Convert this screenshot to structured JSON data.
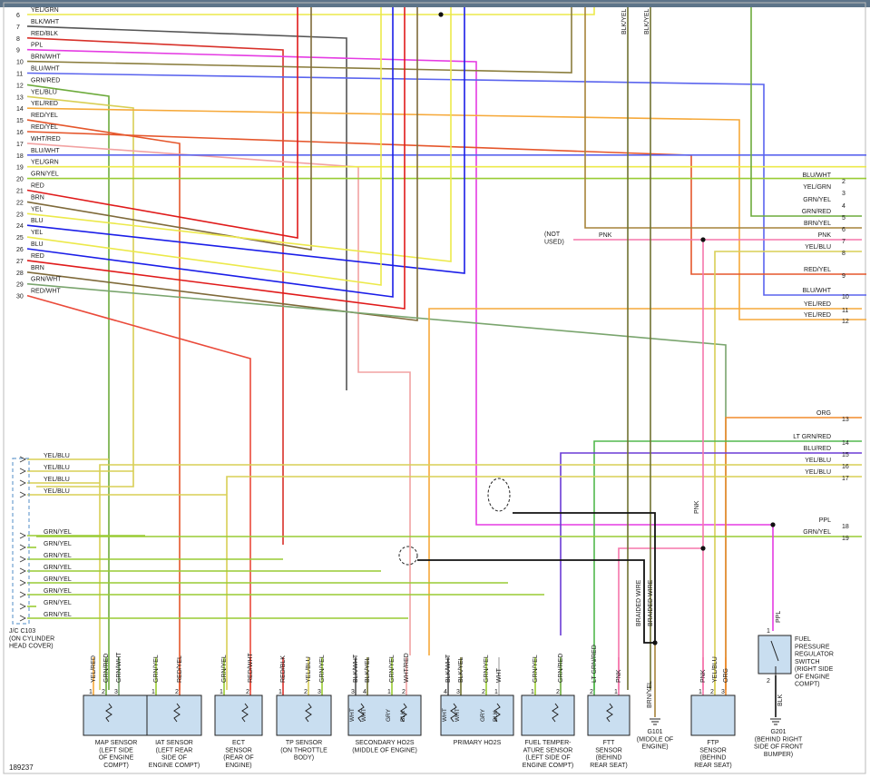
{
  "colors": {
    "GRN/YEL": "#99cc33",
    "YEL": "#ece94a",
    "BRN": "#7f6a3a",
    "BLK/WHT": "#555555",
    "RED/BLK": "#d8312a",
    "PPL": "#e53ce3",
    "BRN/WHT": "#8a7d3d",
    "BLU/WHT": "#5a64ee",
    "GRN/RED": "#6dab3c",
    "YEL/BLU": "#d8cf55",
    "YEL/RED": "#f6a93a",
    "RED/YEL": "#e5562b",
    "WHT/RED": "#f2a2a2",
    "BLU": "#1b1ee8",
    "RED": "#e01b1b",
    "GRN/WHT": "#7aa56e",
    "RED/WHT": "#ea4a3a",
    "BRN/YEL": "#a6833a",
    "PNK": "#f576ac",
    "ORG": "#f28b2c",
    "LT GRN/RED": "#52b94e",
    "BLU/RED": "#6b3bd6",
    "BLK/YEL": "#6f7230",
    "WHT": "#bcbcbc",
    "BLK": "#111111",
    "GRY": "#888888"
  },
  "left_terminals": [
    {
      "n": "6",
      "label": "YEL/GRN",
      "color": "YEL"
    },
    {
      "n": "7",
      "label": "BLK/WHT",
      "color": "BLK/WHT"
    },
    {
      "n": "8",
      "label": "RED/BLK",
      "color": "RED/BLK"
    },
    {
      "n": "9",
      "label": "PPL",
      "color": "PPL"
    },
    {
      "n": "10",
      "label": "BRN/WHT",
      "color": "BRN/WHT"
    },
    {
      "n": "11",
      "label": "BLU/WHT",
      "color": "BLU/WHT"
    },
    {
      "n": "12",
      "label": "GRN/RED",
      "color": "GRN/RED"
    },
    {
      "n": "13",
      "label": "YEL/BLU",
      "color": "YEL/BLU"
    },
    {
      "n": "14",
      "label": "YEL/RED",
      "color": "YEL/RED"
    },
    {
      "n": "15",
      "label": "RED/YEL",
      "color": "RED/YEL"
    },
    {
      "n": "16",
      "label": "RED/YEL",
      "color": "RED/YEL"
    },
    {
      "n": "17",
      "label": "WHT/RED",
      "color": "WHT/RED"
    },
    {
      "n": "18",
      "label": "BLU/WHT",
      "color": "BLU/WHT"
    },
    {
      "n": "19",
      "label": "YEL/GRN",
      "color": "YEL"
    },
    {
      "n": "20",
      "label": "GRN/YEL",
      "color": "GRN/YEL"
    },
    {
      "n": "21",
      "label": "RED",
      "color": "RED"
    },
    {
      "n": "22",
      "label": "BRN",
      "color": "BRN"
    },
    {
      "n": "23",
      "label": "YEL",
      "color": "YEL"
    },
    {
      "n": "24",
      "label": "BLU",
      "color": "BLU"
    },
    {
      "n": "25",
      "label": "YEL",
      "color": "YEL"
    },
    {
      "n": "26",
      "label": "BLU",
      "color": "BLU"
    },
    {
      "n": "27",
      "label": "RED",
      "color": "RED"
    },
    {
      "n": "28",
      "label": "BRN",
      "color": "BRN"
    },
    {
      "n": "29",
      "label": "GRN/WHT",
      "color": "GRN/WHT"
    },
    {
      "n": "30",
      "label": "RED/WHT",
      "color": "RED/WHT"
    }
  ],
  "right_terminals": [
    {
      "n": "2",
      "label": "BLU/WHT",
      "color": "BLU/WHT"
    },
    {
      "n": "3",
      "label": "YEL/GRN",
      "color": "YEL"
    },
    {
      "n": "4",
      "label": "GRN/YEL",
      "color": "GRN/YEL"
    },
    {
      "n": "5",
      "label": "GRN/RED",
      "color": "GRN/RED"
    },
    {
      "n": "6",
      "label": "BRN/YEL",
      "color": "BRN/YEL"
    },
    {
      "n": "7",
      "label": "PNK",
      "color": "PNK"
    },
    {
      "n": "8",
      "label": "YEL/BLU",
      "color": "YEL/BLU"
    },
    {
      "n": "9",
      "label": "RED/YEL",
      "color": "RED/YEL"
    },
    {
      "n": "10",
      "label": "BLU/WHT",
      "color": "BLU/WHT"
    },
    {
      "n": "11",
      "label": "YEL/RED",
      "color": "YEL/RED"
    },
    {
      "n": "12",
      "label": "YEL/RED",
      "color": "YEL/RED"
    },
    {
      "n": "13",
      "label": "ORG",
      "color": "ORG"
    },
    {
      "n": "14",
      "label": "LT GRN/RED",
      "color": "LT GRN/RED"
    },
    {
      "n": "15",
      "label": "BLU/RED",
      "color": "BLU/RED"
    },
    {
      "n": "16",
      "label": "YEL/BLU",
      "color": "YEL/BLU"
    },
    {
      "n": "17",
      "label": "YEL/BLU",
      "color": "YEL/BLU"
    },
    {
      "n": "18",
      "label": "PPL",
      "color": "PPL"
    },
    {
      "n": "19",
      "label": "GRN/YEL",
      "color": "GRN/YEL"
    }
  ],
  "jc_wires": [
    {
      "label": "YEL/BLU",
      "color": "YEL/BLU"
    },
    {
      "label": "YEL/BLU",
      "color": "YEL/BLU"
    },
    {
      "label": "YEL/BLU",
      "color": "YEL/BLU"
    },
    {
      "label": "YEL/BLU",
      "color": "YEL/BLU"
    },
    {
      "label": "GRN/YEL",
      "color": "GRN/YEL"
    },
    {
      "label": "GRN/YEL",
      "color": "GRN/YEL"
    },
    {
      "label": "GRN/YEL",
      "color": "GRN/YEL"
    },
    {
      "label": "GRN/YEL",
      "color": "GRN/YEL"
    },
    {
      "label": "GRN/YEL",
      "color": "GRN/YEL"
    },
    {
      "label": "GRN/YEL",
      "color": "GRN/YEL"
    },
    {
      "label": "GRN/YEL",
      "color": "GRN/YEL"
    },
    {
      "label": "GRN/YEL",
      "color": "GRN/YEL"
    }
  ],
  "jc_label": "J/C C103\n(ON CYLINDER\nHEAD COVER)",
  "top_labels": [
    {
      "text": "BLK/YEL",
      "color": "BLK/YEL"
    },
    {
      "text": "BLK/YEL",
      "color": "BLK/YEL"
    }
  ],
  "not_used": {
    "text": "(NOT\nUSED)",
    "wire": "PNK"
  },
  "components": [
    {
      "id": "map-sensor",
      "name": "MAP SENSOR\n(LEFT SIDE\nOF ENGINE\nCOMPT)",
      "pins": [
        {
          "n": "1",
          "wire": "YEL/RED"
        },
        {
          "n": "2",
          "wire": "GRN/RED"
        },
        {
          "n": "3",
          "wire": "GRN/WHT"
        }
      ]
    },
    {
      "id": "iat-sensor",
      "name": "IAT SENSOR\n(LEFT REAR\nSIDE OF\nENGINE COMPT)",
      "pins": [
        {
          "n": "1",
          "wire": "GRN/YEL"
        },
        {
          "n": "2",
          "wire": "RED/YEL"
        }
      ]
    },
    {
      "id": "ect-sensor",
      "name": "ECT\nSENSOR\n(REAR OF\nENGINE)",
      "pins": [
        {
          "n": "1",
          "wire": "GRN/YEL"
        },
        {
          "n": "2",
          "wire": "RED/WHT"
        }
      ]
    },
    {
      "id": "tp-sensor",
      "name": "TP SENSOR\n(ON THROTTLE\nBODY)",
      "pins": [
        {
          "n": "1",
          "wire": "RED/BLK"
        },
        {
          "n": "2",
          "wire": "YEL/BLU"
        },
        {
          "n": "3",
          "wire": "GRN/YEL"
        }
      ]
    },
    {
      "id": "secondary-ho2s",
      "name": "SECONDARY HO2S\n(MIDDLE OF ENGINE)",
      "pins": [
        {
          "n": "3",
          "wire": "BLK/WHT"
        },
        {
          "n": "4",
          "wire": "BLK/YEL"
        },
        {
          "n": "1",
          "wire": "GRN/YEL"
        },
        {
          "n": "2",
          "wire": "WHT/RED"
        }
      ],
      "inner": [
        "WHT",
        "WHT",
        "GRY",
        "BLK"
      ]
    },
    {
      "id": "primary-ho2s",
      "name": "PRIMARY HO2S",
      "pins": [
        {
          "n": "4",
          "wire": "BLK/WHT"
        },
        {
          "n": "3",
          "wire": "BLK/YEL"
        },
        {
          "n": "2",
          "wire": "GRN/YEL"
        },
        {
          "n": "1",
          "wire": "WHT"
        }
      ],
      "inner": [
        "WHT",
        "WHT",
        "GRY",
        "BLK"
      ]
    },
    {
      "id": "fuel-temp-sensor",
      "name": "FUEL TEMPER-\nATURE SENSOR\n(LEFT SIDE OF\nENGINE COMPT)",
      "pins": [
        {
          "n": "1",
          "wire": "GRN/YEL"
        },
        {
          "n": "2",
          "wire": "GRN/RED"
        }
      ],
      "upper": "BLU/RED"
    },
    {
      "id": "ftt-sensor",
      "name": "FTT\nSENSOR\n(BEHIND\nREAR SEAT)",
      "pins": [
        {
          "n": "2",
          "wire": "LT GRN/RED"
        },
        {
          "n": "1",
          "wire": "PNK"
        }
      ]
    },
    {
      "id": "ftp-sensor",
      "name": "FTP\nSENSOR\n(BEHIND\nREAR SEAT)",
      "pins": [
        {
          "n": "1",
          "wire": "PNK"
        },
        {
          "n": "2",
          "wire": "YEL/BLU"
        },
        {
          "n": "3",
          "wire": "ORG"
        }
      ]
    }
  ],
  "braided": [
    "BRAIDED WIRE",
    "BRAIDED WIRE"
  ],
  "g101": {
    "wire": "BRN/YEL",
    "name": "G101\n(MIDDLE OF\nENGINE)"
  },
  "switch": {
    "name": "FUEL\nPRESSURE\nREGULATOR\nSWITCH\n(RIGHT SIDE\nOF ENGINE\nCOMPT)",
    "pin1": "1",
    "wire1": "PPL",
    "pin2": "2",
    "wire2": "BLK"
  },
  "g201": {
    "name": "G201\n(BEHIND RIGHT\nSIDE OF FRONT\nBUMPER)"
  },
  "pnk_label": "PNK",
  "figure_id": "189237"
}
